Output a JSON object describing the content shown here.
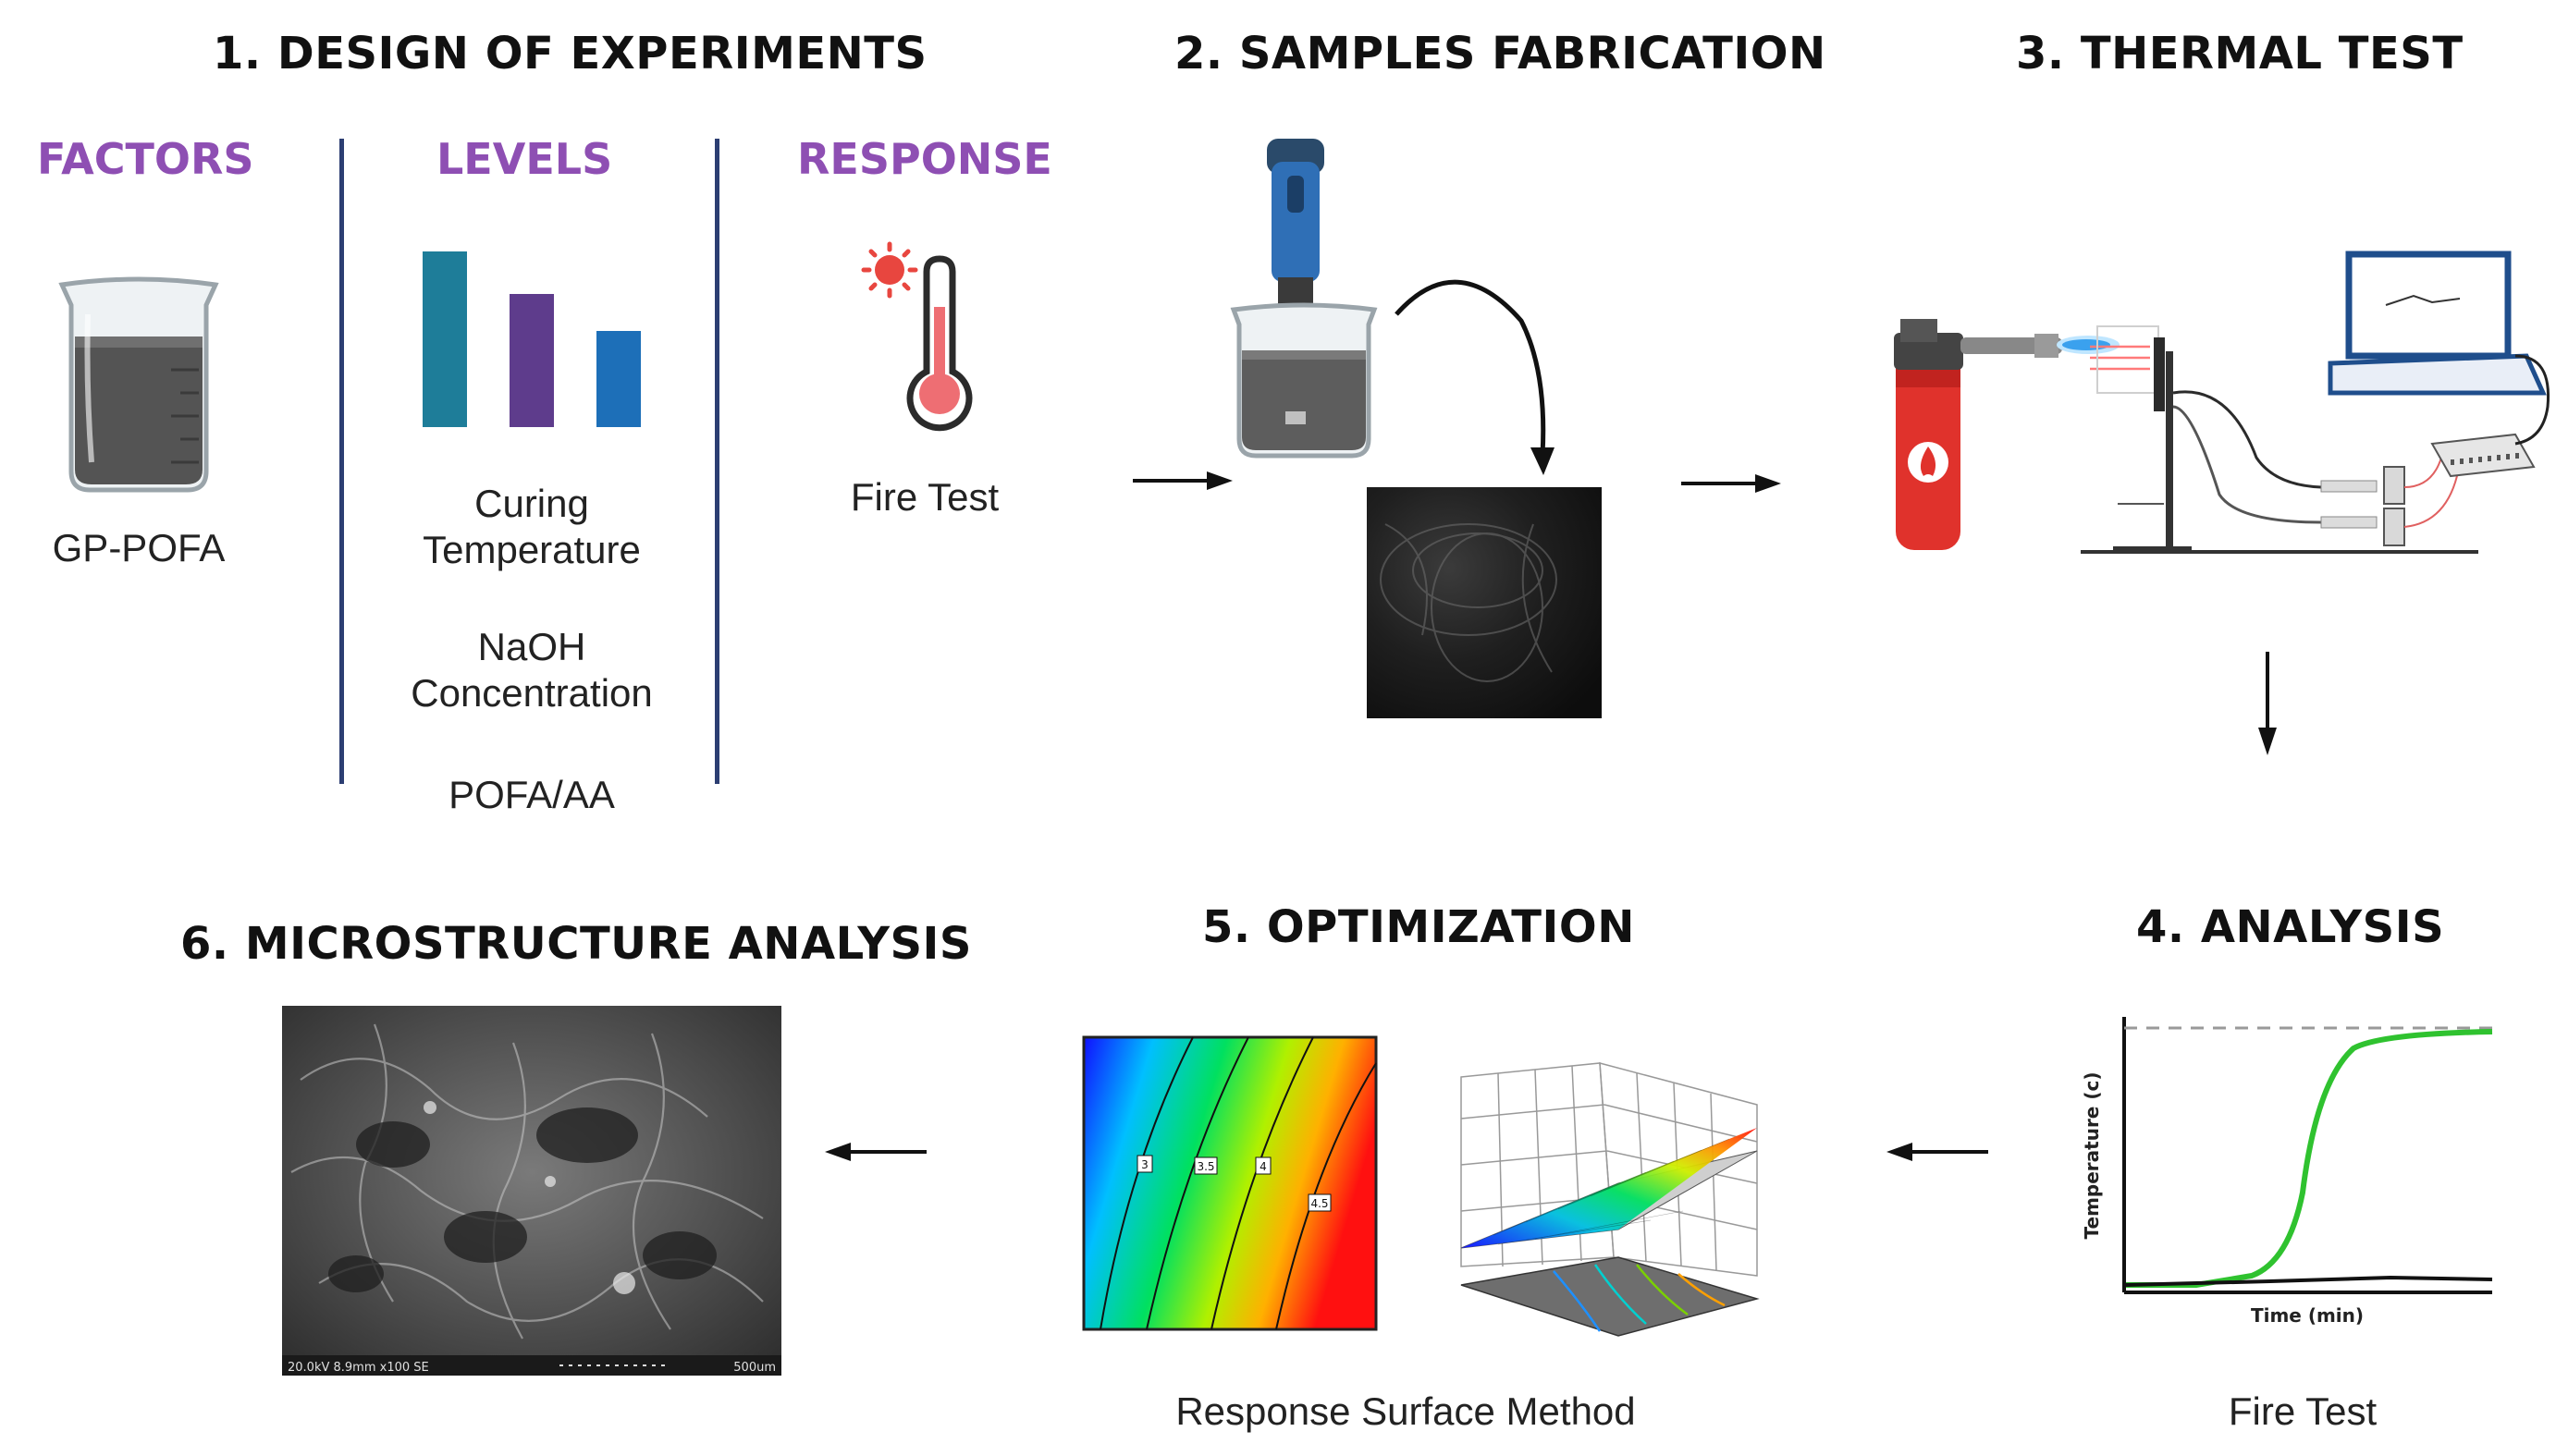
{
  "titles": {
    "design": "1. DESIGN OF EXPERIMENTS",
    "fabrication": "2. SAMPLES FABRICATION",
    "thermal": "3. THERMAL TEST",
    "analysis": "4. ANALYSIS",
    "optimization": "5. OPTIMIZATION",
    "microstructure": "6. MICROSTRUCTURE ANALYSIS"
  },
  "design": {
    "factors_heading": "FACTORS",
    "levels_heading": "LEVELS",
    "response_heading": "RESPONSE",
    "factor_label": "GP-POFA",
    "levels": [
      {
        "line1": "Curing",
        "line2": "Temperature"
      },
      {
        "line1": "NaOH",
        "line2": "Concentration"
      },
      {
        "line1": "POFA/AA",
        "line2": ""
      }
    ],
    "response_label": "Fire Test",
    "bar_colors": [
      "#1e7d99",
      "#5e3c8c",
      "#1d6fb8"
    ]
  },
  "analysis": {
    "ylabel": "Temperature (c)",
    "xlabel": "Time (min)",
    "caption": "Fire Test"
  },
  "optimization": {
    "caption": "Response Surface Method",
    "contour_labels": [
      "3",
      "3.5",
      "4",
      "4.5"
    ]
  },
  "sem": {
    "footer_left": "20.0kV 8.9mm x100 SE",
    "footer_right": "500um"
  },
  "colors": {
    "heading_purple": "#8e4fb3",
    "divider_navy": "#2c3e72",
    "curve_green": "#2fc22f"
  }
}
